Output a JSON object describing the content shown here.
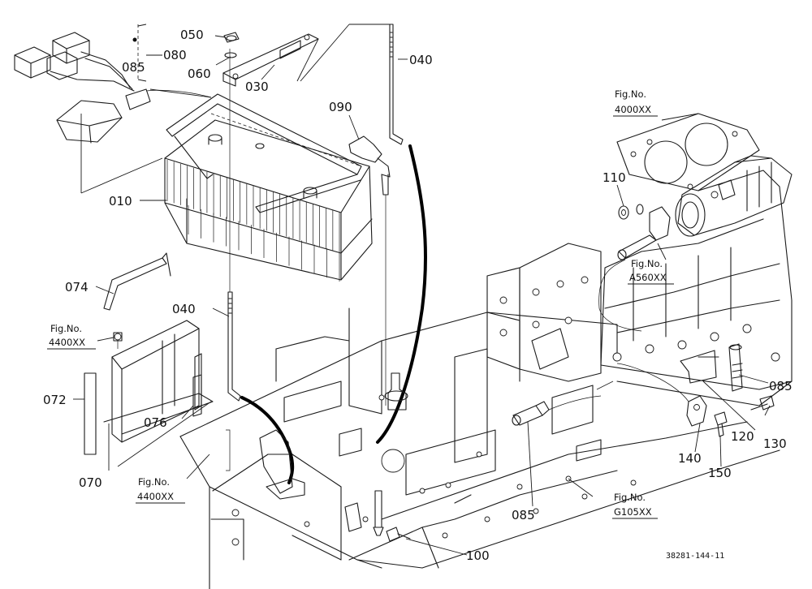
{
  "callouts": [
    {
      "id": "c050",
      "text": "050"
    },
    {
      "id": "c060",
      "text": "060"
    },
    {
      "id": "c030",
      "text": "030"
    },
    {
      "id": "c040a",
      "text": "040"
    },
    {
      "id": "c080",
      "text": "080"
    },
    {
      "id": "c085a",
      "text": "085"
    },
    {
      "id": "c090",
      "text": "090"
    },
    {
      "id": "c010",
      "text": "010"
    },
    {
      "id": "c110",
      "text": "110"
    },
    {
      "id": "c074",
      "text": "074"
    },
    {
      "id": "c040b",
      "text": "040"
    },
    {
      "id": "c072",
      "text": "072"
    },
    {
      "id": "c076",
      "text": "076"
    },
    {
      "id": "c070",
      "text": "070"
    },
    {
      "id": "c085b",
      "text": "085"
    },
    {
      "id": "c085c",
      "text": "085"
    },
    {
      "id": "c120",
      "text": "120"
    },
    {
      "id": "c130",
      "text": "130"
    },
    {
      "id": "c140",
      "text": "140"
    },
    {
      "id": "c150",
      "text": "150"
    },
    {
      "id": "c100",
      "text": "100"
    }
  ],
  "figure_refs": [
    {
      "id": "f4000",
      "prefix": "Fig.No.",
      "code": "4000XX"
    },
    {
      "id": "fA560",
      "prefix": "Fig.No.",
      "code": "A560XX"
    },
    {
      "id": "f4400a",
      "prefix": "Fig.No.",
      "code": "4400XX"
    },
    {
      "id": "f4400b",
      "prefix": "Fig.No.",
      "code": "4400XX"
    },
    {
      "id": "fG105",
      "prefix": "Fig.No.",
      "code": "G105XX"
    }
  ],
  "drawing_number": "38281-144-11"
}
